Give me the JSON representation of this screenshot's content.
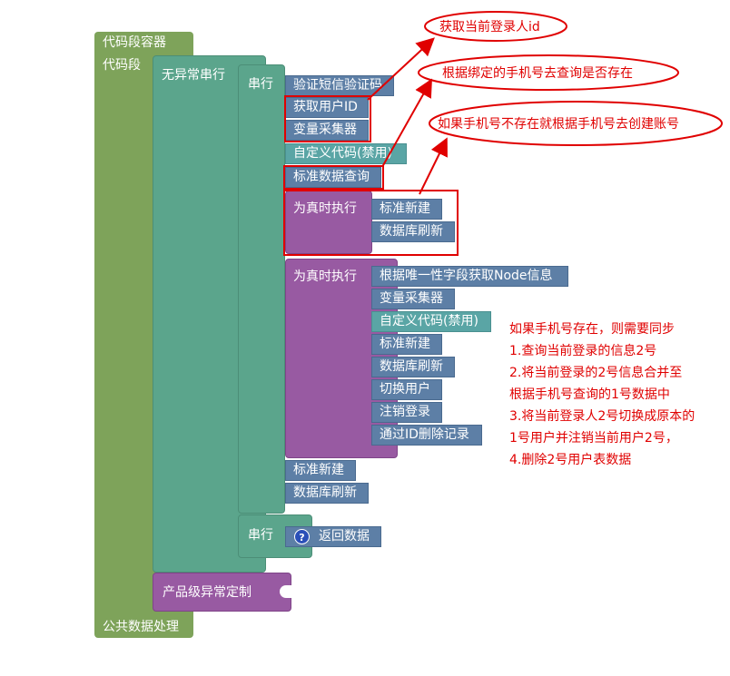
{
  "blocks": {
    "container_title": "代码段容器",
    "code_segment": "代码段",
    "no_exception_serial": "无异常串行",
    "serial_1": "串行",
    "serial_2": "串行",
    "verify_sms": "验证短信验证码",
    "get_user_id": "获取用户ID",
    "var_collector_1": "变量采集器",
    "custom_code_1": "自定义代码(禁用)",
    "std_data_query": "标准数据查询",
    "if_true_1": "为真时执行",
    "std_new_1": "标准新建",
    "db_refresh_1": "数据库刷新",
    "if_true_2": "为真时执行",
    "get_node_info": "根据唯一性字段获取Node信息",
    "var_collector_2": "变量采集器",
    "custom_code_2": "自定义代码(禁用)",
    "std_new_2": "标准新建",
    "db_refresh_2": "数据库刷新",
    "switch_user": "切换用户",
    "logout": "注销登录",
    "delete_by_id": "通过ID删除记录",
    "std_new_3": "标准新建",
    "db_refresh_3": "数据库刷新",
    "help_mark": "?",
    "return_data": "返回数据",
    "product_exception": "产品级异常定制",
    "public_data": "公共数据处理"
  },
  "annotations": {
    "ellipse_1": "获取当前登录人id",
    "ellipse_2": "根据绑定的手机号去查询是否存在",
    "ellipse_3": "如果手机号不存在就根据手机号去创建账号",
    "notes": [
      "如果手机号存在，则需要同步",
      "1.查询当前登录的信息2号",
      "2.将当前登录的2号信息合并至",
      "根据手机号查询的1号数据中",
      "3.将当前登录人2号切换成原本的",
      "1号用户并注销当前用户2号，",
      "4.删除2号用户表数据"
    ]
  },
  "colors": {
    "annotation": "#e00000",
    "container": "#7ea35a",
    "serial": "#5ba58c",
    "logic": "#985aa2",
    "action": "#5d7fa6"
  }
}
